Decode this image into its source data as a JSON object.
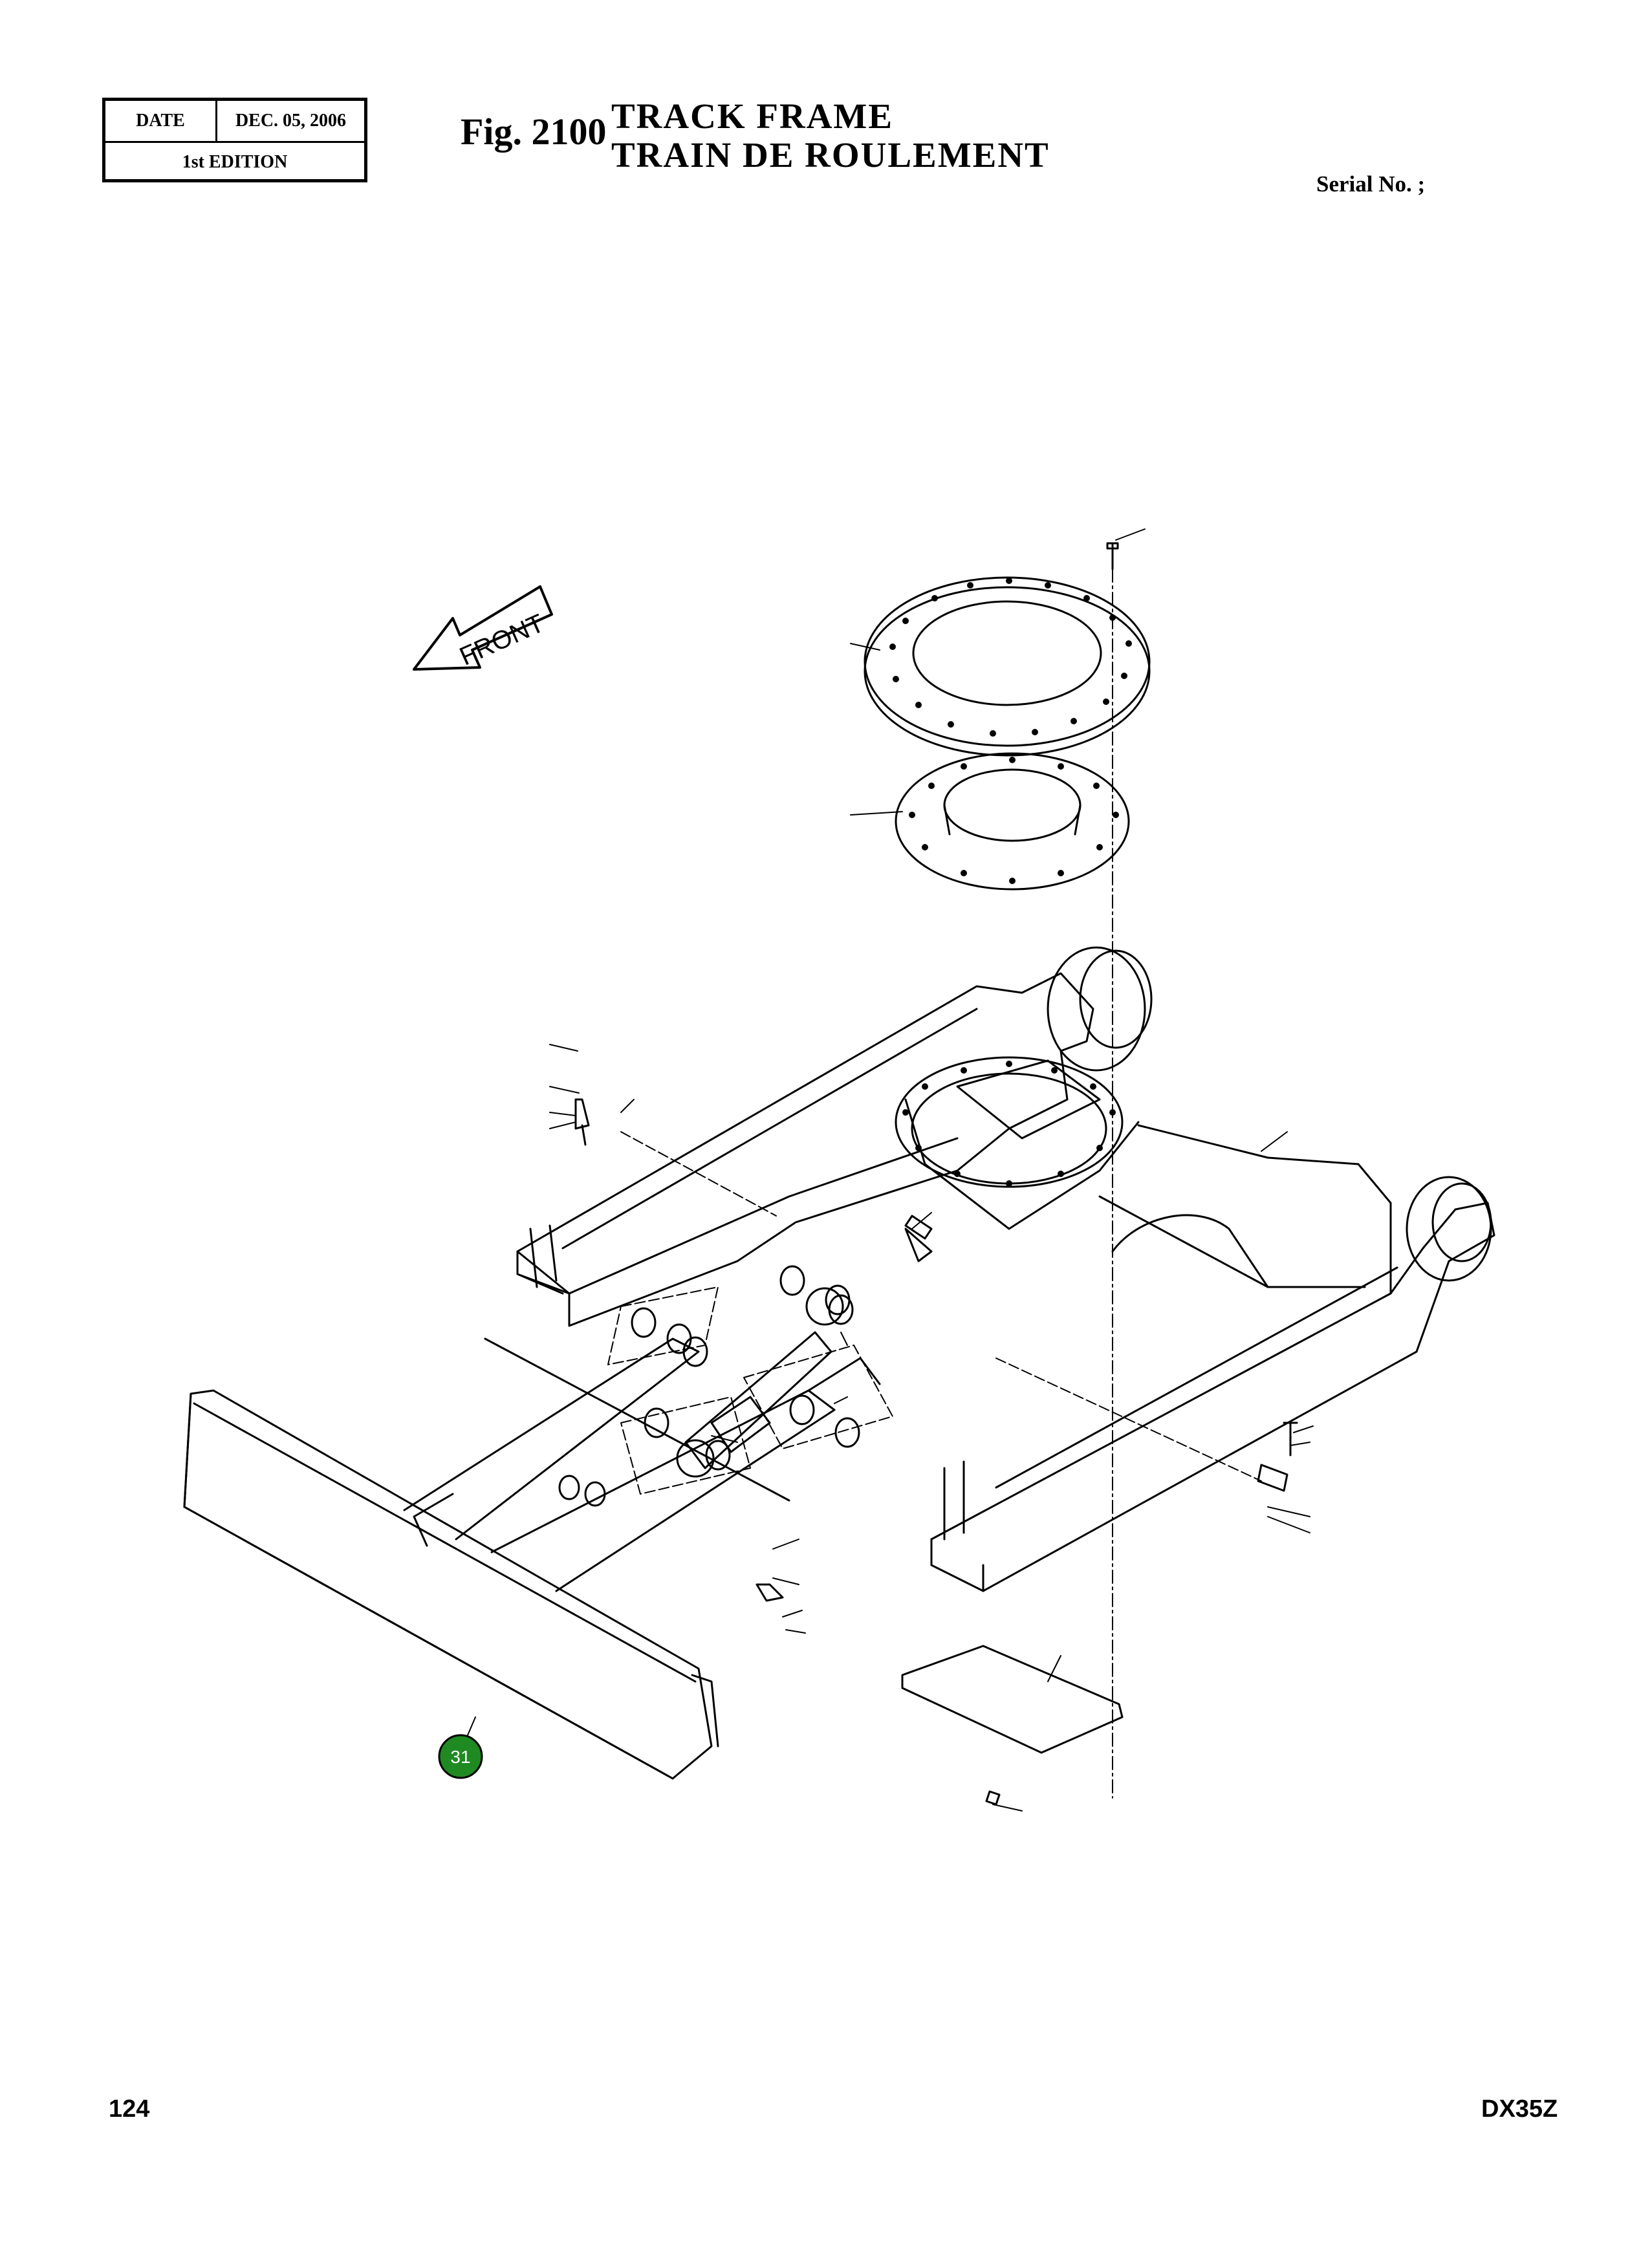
{
  "header": {
    "date_label": "DATE",
    "date_value": "DEC. 05, 2006",
    "edition": "1st EDITION",
    "fig_number": "Fig. 2100",
    "title_en": "TRACK  FRAME",
    "title_fr": "TRAIN  DE  ROULEMENT",
    "serial_label": "Serial No. ;"
  },
  "drawing": {
    "direction_arrow_text": "FRONT",
    "callout": {
      "number": "31",
      "color": "#1f8a22"
    }
  },
  "footer": {
    "page_number": "124",
    "model": "DX35Z"
  }
}
